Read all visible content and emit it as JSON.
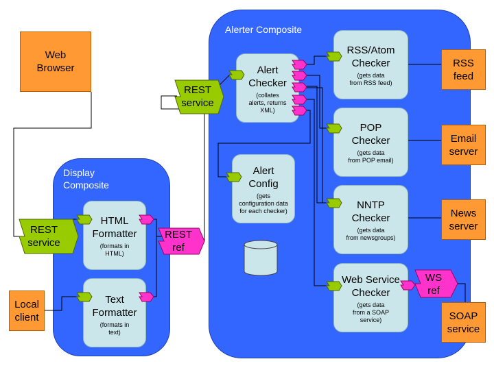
{
  "externals": {
    "web_browser": [
      "Web",
      "Browser"
    ],
    "local_client": [
      "Local",
      "client"
    ],
    "rss_feed": [
      "RSS",
      "feed"
    ],
    "email_server": [
      "Email",
      "server"
    ],
    "news_server": [
      "News",
      "server"
    ],
    "soap_service": [
      "SOAP",
      "service"
    ]
  },
  "composites": {
    "display": [
      "Display",
      "Composite"
    ],
    "alerter": "Alerter Composite"
  },
  "components": {
    "html_formatter": {
      "title": [
        "HTML",
        "Formatter"
      ],
      "sub": [
        "(formats in",
        "HTML)"
      ]
    },
    "text_formatter": {
      "title": [
        "Text",
        "Formatter"
      ],
      "sub": [
        "(formats in",
        "text)"
      ]
    },
    "alert_checker": {
      "title": [
        "Alert",
        "Checker"
      ],
      "sub": [
        "(collates",
        "alerts, returns",
        "XML)"
      ]
    },
    "alert_config": {
      "title": [
        "Alert",
        "Config"
      ],
      "sub": [
        "(gets",
        "configuration data",
        "for each checker)"
      ]
    },
    "rss_checker": {
      "title": [
        "RSS/Atom",
        "Checker"
      ],
      "sub": [
        "(gets data",
        "from RSS feed)"
      ]
    },
    "pop_checker": {
      "title": [
        "POP",
        "Checker"
      ],
      "sub": [
        "(gets data",
        "from POP email)"
      ]
    },
    "nntp_checker": {
      "title": [
        "NNTP",
        "Checker"
      ],
      "sub": [
        "(gets data",
        "from newsgroups)"
      ]
    },
    "ws_checker": {
      "title": [
        "Web Service",
        "Checker"
      ],
      "sub": [
        "(gets data",
        "from a SOAP",
        "service)"
      ]
    }
  },
  "services": {
    "display_rest": [
      "REST",
      "service"
    ],
    "alerter_rest": [
      "REST",
      "service"
    ]
  },
  "references": {
    "rest_ref": [
      "REST",
      "ref"
    ],
    "ws_ref": [
      "WS",
      "ref"
    ]
  },
  "colors": {
    "composite_fill": "#3366ff",
    "component_fill": "#cbe6ea",
    "external_fill": "#ff9933",
    "service_fill": "#99cc00",
    "reference_fill": "#ff33cc"
  },
  "icons": [
    "database-icon",
    "service-chevron-icon",
    "reference-chevron-icon"
  ]
}
